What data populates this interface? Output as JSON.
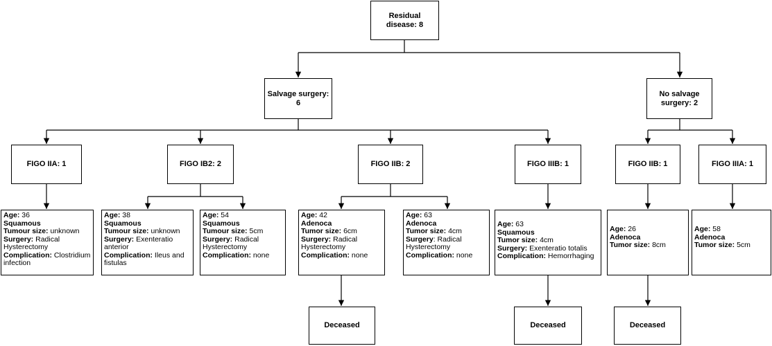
{
  "root": {
    "label": "Residual\ndisease: 8"
  },
  "salvage": {
    "label": "Salvage surgery:\n6"
  },
  "no_salvage": {
    "label": "No salvage\nsurgery: 2"
  },
  "figo": {
    "iia": "FIGO IIA: 1",
    "ib2": "FIGO IB2: 2",
    "iib": "FIGO IIB: 2",
    "iiib": "FIGO IIIB: 1",
    "iib_ns": "FIGO IIB: 1",
    "iiia_ns": "FIGO IIIA: 1"
  },
  "labels": {
    "age": "Age:",
    "tumour_size": "Tumour size:",
    "tumor_size": "Tumor size:",
    "surgery": "Surgery:",
    "surgery_colon": "Surgery",
    "complication": "Complication:"
  },
  "cases": {
    "c1": {
      "age": "36",
      "histology": "Squamous",
      "size": "unknown",
      "surgery": "Radical Hysterectomy",
      "complication": "Clostridium infection"
    },
    "c2": {
      "age": "38",
      "histology": "Squamous",
      "size": "unknown",
      "surgery": "Exenteratio anterior",
      "complication": "Ileus and fistulas"
    },
    "c3": {
      "age": "54",
      "histology": "Squamous",
      "size": "5cm",
      "surgery": "Radical Hysterectomy",
      "complication": "none"
    },
    "c4": {
      "age": "42",
      "histology": "Adenoca",
      "size": "6cm",
      "surgery": "Radical Hysterectomy",
      "complication": "none"
    },
    "c5": {
      "age": "63",
      "histology": "Adenoca",
      "size": "4cm",
      "surgery": ": Radical Hysterectomy",
      "complication": "none"
    },
    "c6": {
      "age": "63",
      "histology": "Squamous",
      "size": "4cm",
      "surgery": "Exenteratio totalis",
      "complication": "Hemorrhaging"
    },
    "c7": {
      "age": "26",
      "histology": "Adenoca",
      "size": "8cm"
    },
    "c8": {
      "age": "58",
      "histology": "Adenoca",
      "size": "5cm"
    }
  },
  "deceased": {
    "label": "Deceased"
  }
}
